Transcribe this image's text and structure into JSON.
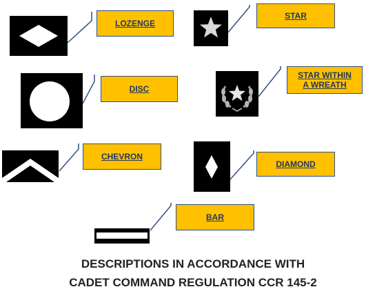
{
  "labels": {
    "lozenge": "LOZENGE",
    "star": "STAR",
    "disc": "DISC",
    "star_wreath": "STAR WITHIN\nA WREATH",
    "chevron": "CHEVRON",
    "diamond": "DIAMOND",
    "bar": "BAR"
  },
  "caption": {
    "line1": "DESCRIPTIONS IN ACCORDANCE WITH",
    "line2": "CADET COMMAND REGULATION CCR 145-2"
  },
  "colors": {
    "label_fill": "#ffc000",
    "label_border": "#2f4f7f",
    "label_text": "#1f3864",
    "leader_line": "#2f4f7f",
    "symbol_bg": "#000000"
  },
  "icons": [
    "lozenge-icon",
    "star-icon",
    "disc-icon",
    "star-wreath-icon",
    "chevron-icon",
    "diamond-icon",
    "bar-icon"
  ]
}
